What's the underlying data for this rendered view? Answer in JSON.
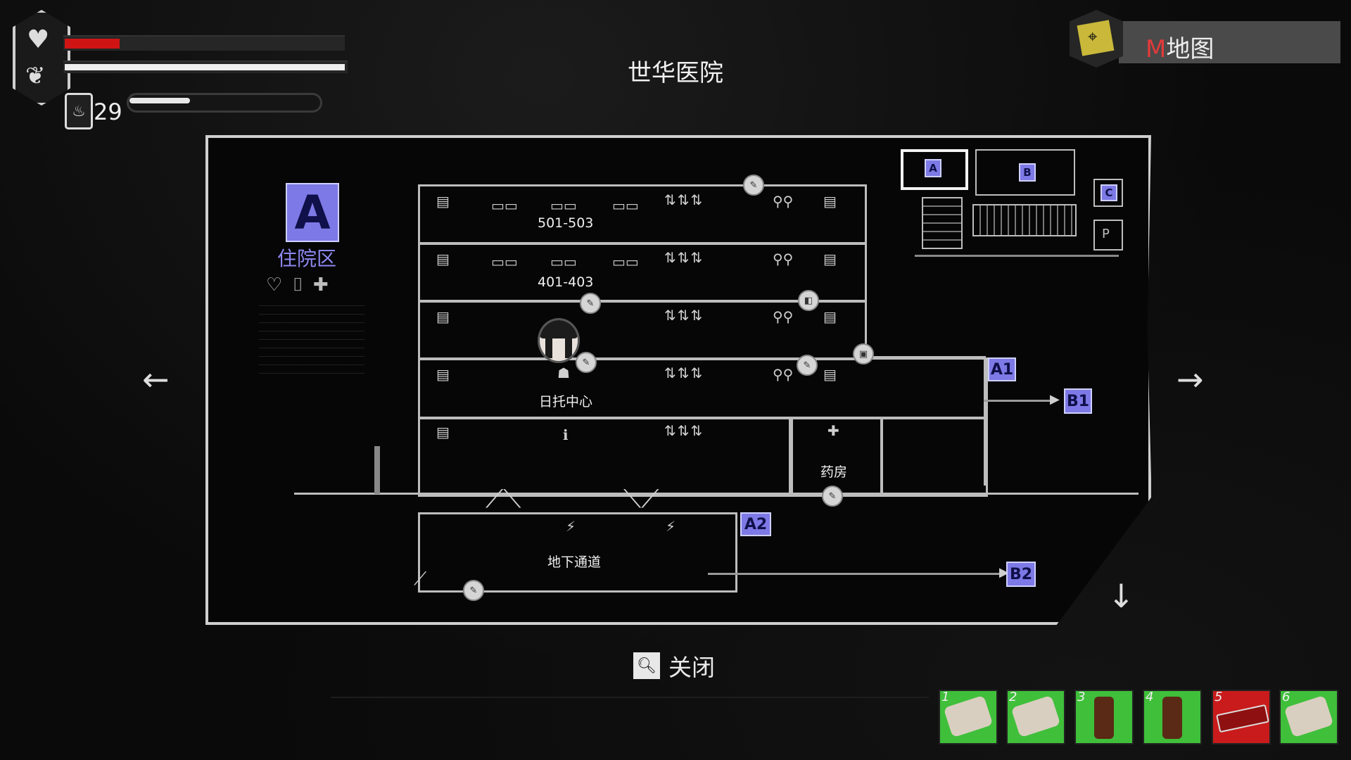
{
  "hud": {
    "health_fraction": 0.2,
    "stamina_fraction": 1.0,
    "fuel_fraction": 0.32,
    "lighter_count": "29"
  },
  "location_title": "世华医院",
  "map_button": {
    "key": "M",
    "label": "地图"
  },
  "zone": {
    "badge": "A",
    "name": "住院区"
  },
  "rooms": {
    "floor5": "501-503",
    "floor4": "401-403",
    "daycare": "日托中心",
    "pharmacy": "药房",
    "underpass": "地下通道"
  },
  "connections": {
    "a1": "A1",
    "b1": "B1",
    "a2": "A2",
    "b2": "B2"
  },
  "minimap": {
    "a": "A",
    "b": "B",
    "c": "C",
    "p": "P"
  },
  "close_button": {
    "label": "关闭"
  },
  "hotbar": [
    {
      "slot": "1",
      "item": "bandage-icon"
    },
    {
      "slot": "2",
      "item": "bandage-icon"
    },
    {
      "slot": "3",
      "item": "medicine-bottle-icon"
    },
    {
      "slot": "4",
      "item": "medicine-bottle-icon"
    },
    {
      "slot": "5",
      "item": "red-item-icon"
    },
    {
      "slot": "6",
      "item": "bandage-icon"
    }
  ],
  "colors": {
    "accent": "#7d79e6",
    "health": "#d01414",
    "map_key": "#e23a3a"
  }
}
